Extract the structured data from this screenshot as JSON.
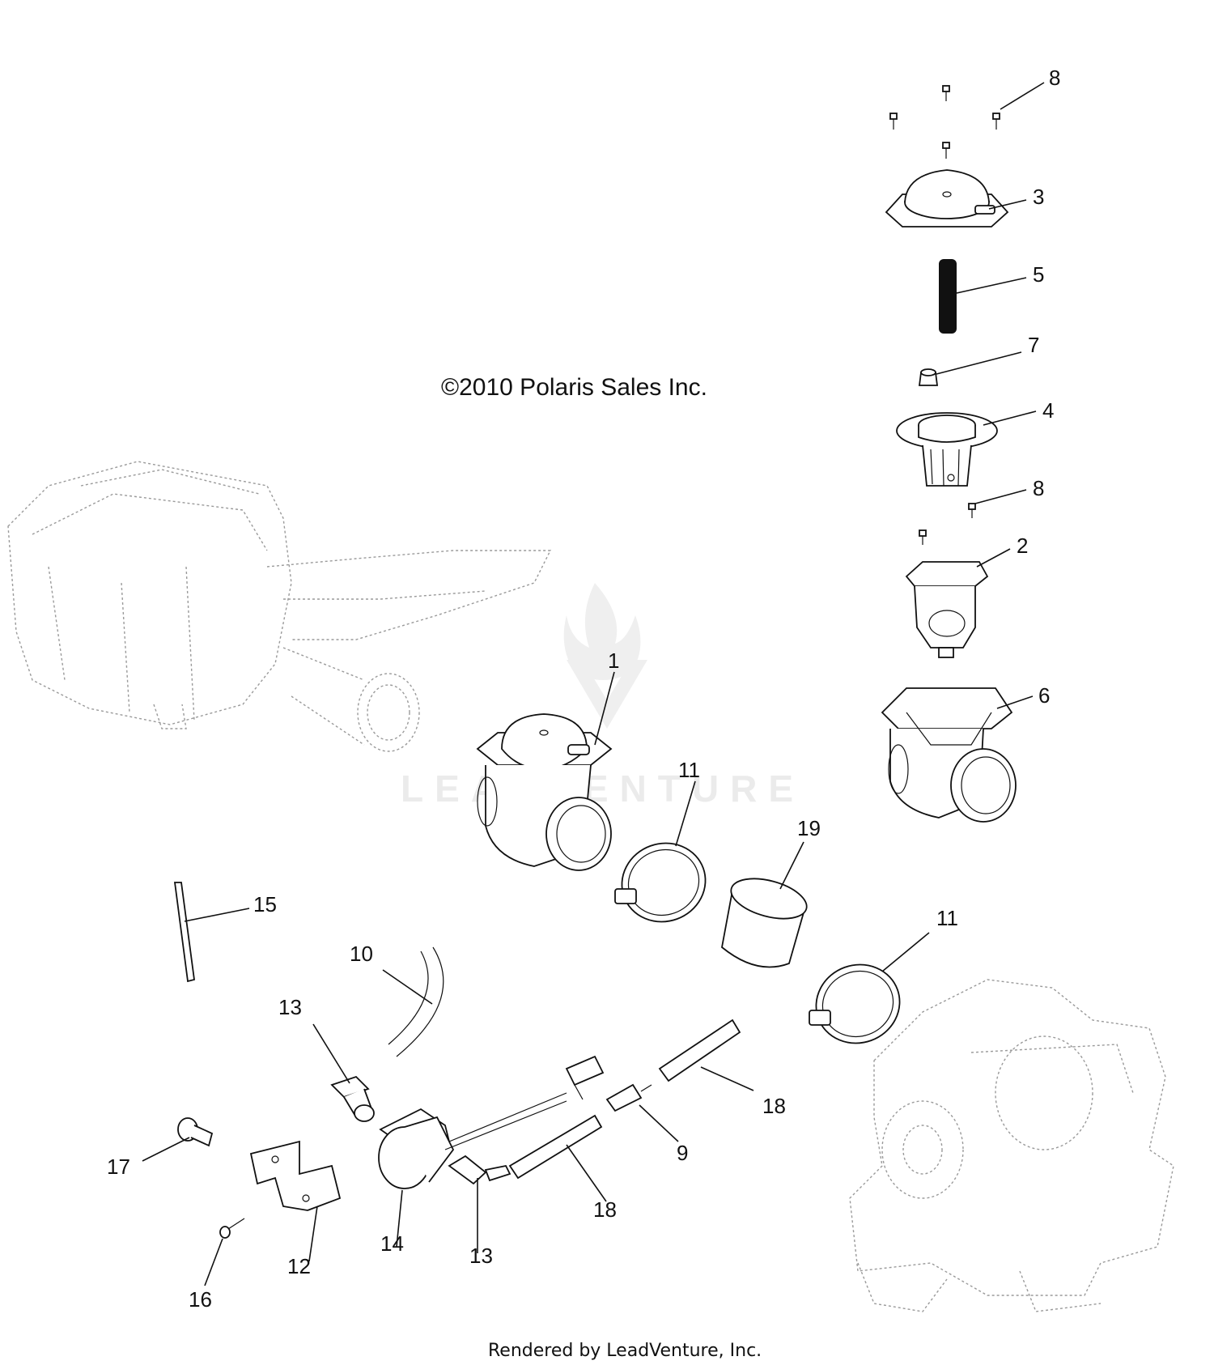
{
  "copyright": "©2010  Polaris Sales Inc.",
  "rendered_by": "Rendered by LeadVenture, Inc.",
  "watermark": "LEADVENTURE",
  "callouts": {
    "c1": "1",
    "c2": "2",
    "c3": "3",
    "c4": "4",
    "c5": "5",
    "c6": "6",
    "c7": "7",
    "c8a": "8",
    "c8b": "8",
    "c9": "9",
    "c10": "10",
    "c11a": "11",
    "c11b": "11",
    "c12": "12",
    "c13a": "13",
    "c13b": "13",
    "c14": "14",
    "c15": "15",
    "c16": "16",
    "c17": "17",
    "c18a": "18",
    "c18b": "18",
    "c19": "19"
  }
}
